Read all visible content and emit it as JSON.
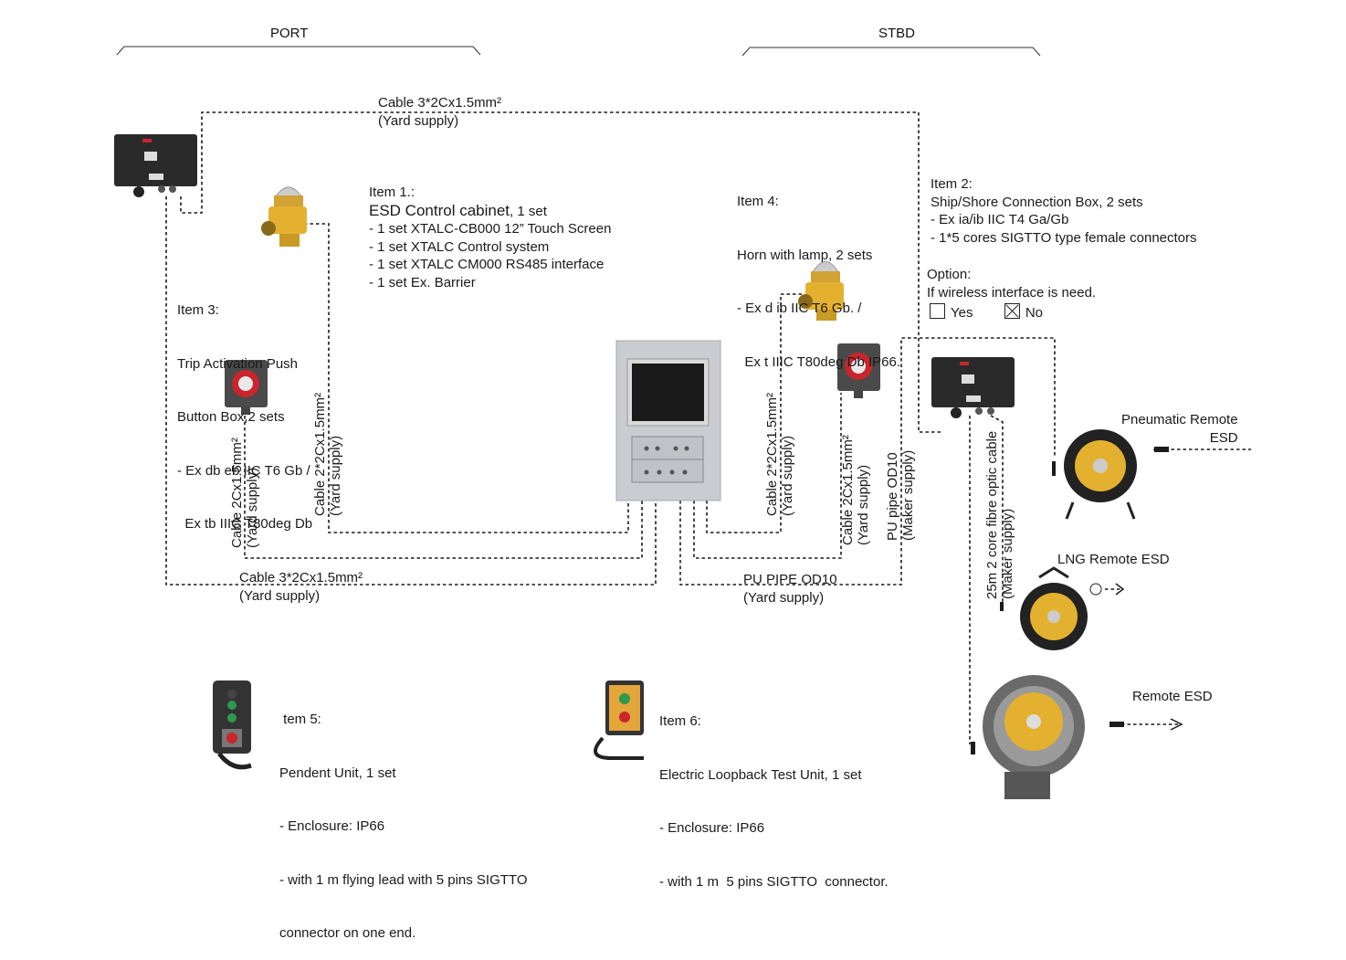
{
  "headers": {
    "port": "PORT",
    "stbd": "STBD"
  },
  "cables": {
    "top": {
      "line1": "Cable 3*2Cx1.5mm²",
      "line2": "(Yard supply)"
    },
    "bottom_left": {
      "line1": "Cable 3*2Cx1.5mm²",
      "line2": "(Yard supply)"
    },
    "bottom_right": {
      "line1": "PU PIPE OD10",
      "line2": "(Yard supply)"
    },
    "v_trip": {
      "line1": "Cable 2Cx1.5mm²",
      "line2": "(Yard supply)"
    },
    "v_horn_port": {
      "line1": "Cable 2*2Cx1.5mm²",
      "line2": "(Yard supply)"
    },
    "v_horn_stbd": {
      "line1": "Cable 2*2Cx1.5mm²",
      "line2": "(Yard supply)"
    },
    "v_trip_stbd": {
      "line1": "Cable 2Cx1.5mm²",
      "line2": "(Yard supply)"
    },
    "v_pu": {
      "line1": "PU pipe OD10",
      "line2": "(Maker supply)"
    },
    "v_fibre": {
      "line1": "25m 2 core fibre optic cable",
      "line2": "(Maker supply)"
    }
  },
  "item1": {
    "title": "Item 1.:",
    "name": "ESD Control cabinet",
    "qty": ", 1 set",
    "lines": [
      "- 1 set XTALC-CB000 12” Touch Screen",
      "- 1 set XTALC Control system",
      "- 1 set XTALC CM000 RS485 interface",
      "- 1 set Ex. Barrier"
    ]
  },
  "item2": {
    "lines": [
      "Item 2:",
      "Ship/Shore Connection Box,  2 sets",
      "- Ex ia/ib IIC T4 Ga/Gb",
      "- 1*5 cores SIGTTO type female connectors"
    ]
  },
  "item3": {
    "lines": [
      "Item 3:",
      "Trip Activation Push",
      "Button Box,2 sets",
      "- Ex db eb IIC T6 Gb /",
      "  Ex tb IIIC T80deg Db"
    ]
  },
  "item4": {
    "lines": [
      "Item 4:",
      "Horn with lamp, 2 sets",
      "- Ex d ib IIC T6 Gb. /",
      "  Ex t IIIC T80deg Db IP66."
    ]
  },
  "item5": {
    "lines": [
      " tem 5:",
      "Pendent Unit, 1 set",
      "- Enclosure: IP66",
      "- with 1 m flying lead with 5 pins SIGTTO",
      "connector on one end."
    ]
  },
  "item6": {
    "lines": [
      "Item 6:",
      "Electric Loopback Test Unit, 1 set",
      "- Enclosure: IP66",
      "- with 1 m  5 pins SIGTTO  connector."
    ]
  },
  "option": {
    "title": "Option:",
    "question": "If wireless interface is need.",
    "yes": "Yes",
    "no": "No",
    "selected": "No"
  },
  "reels": {
    "pneumatic": {
      "line1": "Pneumatic Remote",
      "line2": "ESD"
    },
    "lng": "LNG Remote ESD",
    "remote": "Remote ESD"
  },
  "colors": {
    "line": "#1c1c1c",
    "box": "#2a2a2a",
    "yellow": "#e3b12f",
    "red": "#c8262c",
    "panel": "#c9ccd0"
  }
}
